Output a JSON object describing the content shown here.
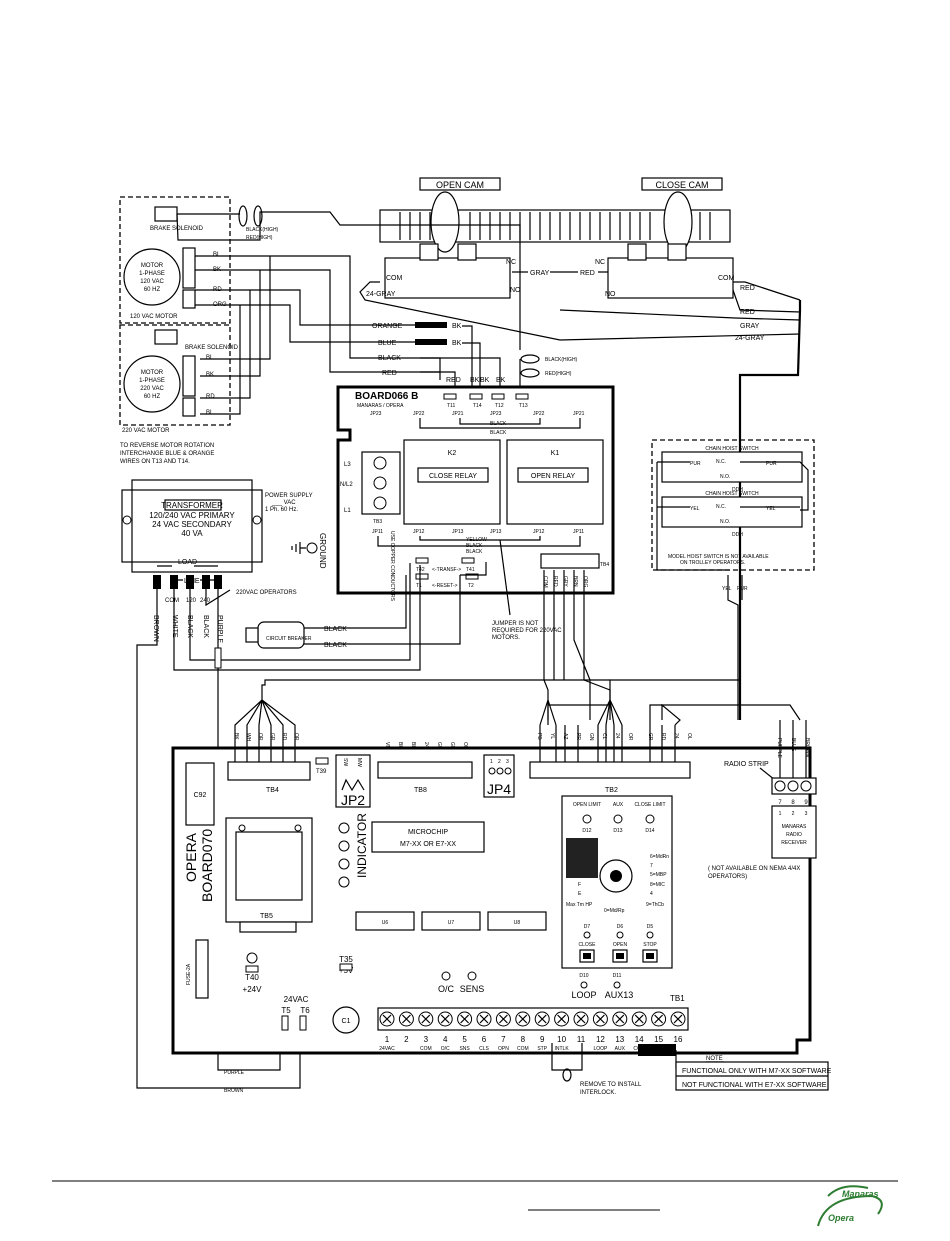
{
  "open_cam": "OPEN CAM",
  "close_cam": "CLOSE CAM",
  "brake_solenoid_top": "BRAKE SOLENOID",
  "brake_solenoid_bottom": "BRAKE SOLENOID",
  "black_high": "BLACK(HIGH)",
  "red_high": "RED(HIGH)",
  "black_high2": "BLACK(HIGH)",
  "red_high2": "RED(HIGH)",
  "motor_120": [
    "MOTOR",
    "1-PHASE",
    "120 VAC",
    "60 HZ"
  ],
  "motor_120_title": "120 VAC MOTOR",
  "motor_220": [
    "MOTOR",
    "1-PHASE",
    "220 VAC",
    "60 HZ"
  ],
  "motor_220_title": "220 VAC MOTOR",
  "reverse_note": [
    "TO REVERSE MOTOR ROTATION",
    "INTERCHANGE BLUE & ORANGE",
    "WIRES ON T13 AND T14."
  ],
  "wire_colors": {
    "bl": "BL",
    "bk": "BK",
    "rd": "RD",
    "org": "ORG",
    "red": "RED",
    "black": "BLACK",
    "gray": "GRAY",
    "gray24": "24-GRAY",
    "orange": "ORANGE",
    "blue": "BLUE",
    "com": "COM",
    "nc": "NC",
    "no": "NO",
    "white": "WHITE",
    "brown": "BROWN",
    "purple": "PURPLE",
    "yellow": "YELLOW",
    "yel": "YEL",
    "pur": "PUR"
  },
  "board066": {
    "title": "BOARD066 B",
    "subtitle": "MANARAS / OPERA",
    "terminals": [
      "T11",
      "T14",
      "T12",
      "T13"
    ],
    "jp_top": [
      "JP23",
      "JP22",
      "JP21",
      "JP23",
      "JP22",
      "JP21"
    ],
    "jp_bottom": [
      "JP11",
      "JP12",
      "JP13",
      "JP13",
      "JP12",
      "JP11"
    ],
    "k2": "K2",
    "k1": "K1",
    "close_relay": "CLOSE RELAY",
    "open_relay": "OPEN RELAY",
    "l3": "L3",
    "tb3": "TB3",
    "l1": "L1",
    "n_l2": "N/L2",
    "ground": "GROUND",
    "use_copper": "USE COPPER CONDUCTORS",
    "power_supply": [
      "POWER SUPPLY",
      "___ VAC",
      "1 Ph. 60 Hz."
    ],
    "t42": "T42",
    "t41": "T41",
    "t1": "T1",
    "t2": "T2",
    "transf": "<-TRANSF->",
    "reset": "<-RESET->",
    "tb4_label": "TB4",
    "yellow_black": [
      "YELLOW",
      "BLACK",
      "BLACK"
    ],
    "tb4_pins": [
      "COM",
      "RED",
      "GRY",
      "BRN",
      "ORG"
    ]
  },
  "jumper_note": [
    "JUMPER IS NOT",
    "REQUIRED FOR 220VAC",
    "MOTORS."
  ],
  "transformer": [
    "TRANSFORMER",
    "120/240 VAC PRIMARY",
    "24 VAC SECONDARY",
    "40 VA"
  ],
  "transformer_load": "LOAD",
  "transformer_line": "LINE",
  "transformer_pins": [
    "COM",
    "120",
    "240"
  ],
  "operators_220": "220VAC OPERATORS",
  "circuit_breaker": "CIRCUIT BREAKER",
  "chain_hoist_1": "CHAIN HOIST SWITCH",
  "chain_hoist_2": "CHAIN HOIST SWITCH",
  "hoist_nc": "N.C.",
  "hoist_no": "N.O.",
  "hoist_ddh": "DDH",
  "hoist_note": [
    "MODEL HOIST SWITCH IS NOT AVAILABLE",
    "ON TROLLEY OPERATORS."
  ],
  "hoist_yel_pur": [
    "YEL",
    "PUR"
  ],
  "board070": {
    "title": [
      "OPERA",
      "BOARD070"
    ],
    "tb4": "TB4",
    "tb4_pins": [
      "BK",
      "WH",
      "OR",
      "GR",
      "RD",
      "OR"
    ],
    "t39": "T39",
    "jp2": "JP2",
    "jp2_pins": [
      "SW",
      "MW"
    ],
    "tb8": "TB8",
    "tb8_pins": [
      "VN",
      "BK",
      "BL",
      "24",
      "GL",
      "GN",
      "OR"
    ],
    "jp4": "JP4",
    "jp4_pins": [
      "1",
      "2",
      "3"
    ],
    "tb2": "TB2",
    "tb2_pins": [
      "PB",
      "YL",
      "AZ",
      "PR",
      "GN",
      "CL",
      "24",
      "OR",
      "GR",
      "RD",
      "24",
      "OL"
    ],
    "c92": "C92",
    "indicator": "INDICATOR",
    "microchip": [
      "MICROCHIP",
      "M7-XX OR E7-XX"
    ],
    "chips": [
      "U6",
      "U7",
      "U8"
    ],
    "tb5": "TB5",
    "fuse": "FUSE-2A",
    "t40": "T40",
    "t40_v": "+24V",
    "t35": "T35",
    "t35_v": "+5V",
    "oc": "O/C",
    "sens": "SENS",
    "c1": "C1",
    "v24ac": "24VAC",
    "t5": "T5",
    "t6": "T6",
    "leds_top": [
      "OPEN LIMIT",
      "AUX",
      "CLOSE LIMIT"
    ],
    "leds_top_ids": [
      "D12",
      "D13",
      "D14"
    ],
    "dip_right": [
      "6=MdRn",
      "7",
      "5=MBP",
      "8=MIC",
      "4",
      "9=ThCb"
    ],
    "dip_left": [
      "F",
      "E",
      "Max Tm HP",
      "0=Md/Rp"
    ],
    "buttons": [
      "CLOSE",
      "OPEN",
      "STOP"
    ],
    "button_ids": [
      "D7",
      "D6",
      "D5"
    ],
    "loop": "LOOP",
    "aux13": "AUX13",
    "loop_ids": [
      "D10",
      "D11"
    ],
    "tb1": "TB1",
    "tb1_nums": [
      "1",
      "2",
      "3",
      "4",
      "5",
      "6",
      "7",
      "8",
      "9",
      "10",
      "11",
      "12",
      "13",
      "14",
      "15",
      "16"
    ],
    "tb1_labels": [
      "24VAC",
      "",
      "COM",
      "O/C",
      "SNS",
      "CLS",
      "OPN",
      "COM",
      "STP",
      "INTLK",
      "",
      "LOOP",
      "AUX",
      "COM",
      "",
      ""
    ],
    "remove_note": [
      "REMOVE TO INSTALL",
      "INTERLOCK."
    ]
  },
  "radio_strip": "RADIO STRIP",
  "radio_pins": [
    "PURPLE",
    "BLUE",
    "BROWN"
  ],
  "radio_nums": [
    "7",
    "8",
    "9"
  ],
  "radio_sub": [
    "1",
    "2",
    "3"
  ],
  "radio_receiver": [
    "MANARAS",
    "RADIO",
    "RECEIVER"
  ],
  "nema_note": [
    "( NOT AVAILABLE ON NEMA 4/4X",
    "OPERATORS)"
  ],
  "note_label": "NOTE",
  "note_lines": [
    "FUNCTIONAL ONLY WITH M7-XX SOFTWARE",
    "NOT FUNCTIONAL WITH E7-XX SOFTWARE"
  ],
  "purple_wire": "PURPLE",
  "brown_wire": "BROWN",
  "logo": [
    "Manaras",
    "Opera"
  ]
}
